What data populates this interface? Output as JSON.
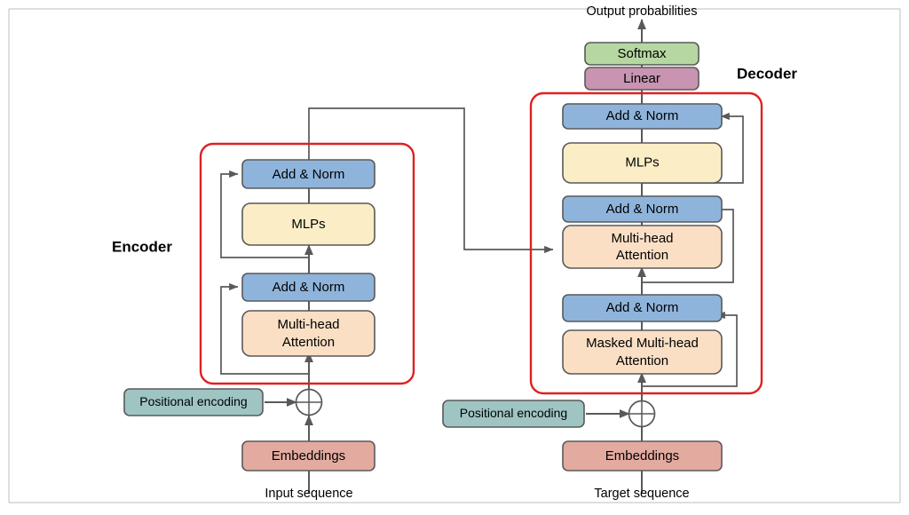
{
  "diagram": {
    "title": "Transformer encoder-decoder architecture",
    "colors": {
      "add_norm": "#8fb4dc",
      "mlp": "#fbeec6",
      "attention": "#fadfc5",
      "softmax": "#b6d7a2",
      "linear": "#c894b2",
      "positional": "#9fc5c3",
      "embeddings": "#e3aba0",
      "group_border": "#dd2222",
      "arrow": "#595959",
      "frame": "#c9c9c9"
    }
  },
  "top": {
    "output_probabilities": "Output probabilities",
    "softmax": "Softmax",
    "linear": "Linear"
  },
  "groups": {
    "encoder": "Encoder",
    "decoder": "Decoder"
  },
  "encoder": {
    "add_norm_top": "Add & Norm",
    "mlps": "MLPs",
    "add_norm_bottom": "Add & Norm",
    "attention_line1": "Multi-head",
    "attention_line2": "Attention",
    "positional_encoding": "Positional encoding",
    "embeddings": "Embeddings",
    "sequence_caption": "Input sequence"
  },
  "decoder": {
    "add_norm_top": "Add & Norm",
    "mlps": "MLPs",
    "add_norm_mid": "Add & Norm",
    "cross_attention_line1": "Multi-head",
    "cross_attention_line2": "Attention",
    "add_norm_bottom": "Add & Norm",
    "masked_attention_line1": "Masked Multi-head",
    "masked_attention_line2": "Attention",
    "positional_encoding": "Positional encoding",
    "embeddings": "Embeddings",
    "sequence_caption": "Target sequence"
  }
}
